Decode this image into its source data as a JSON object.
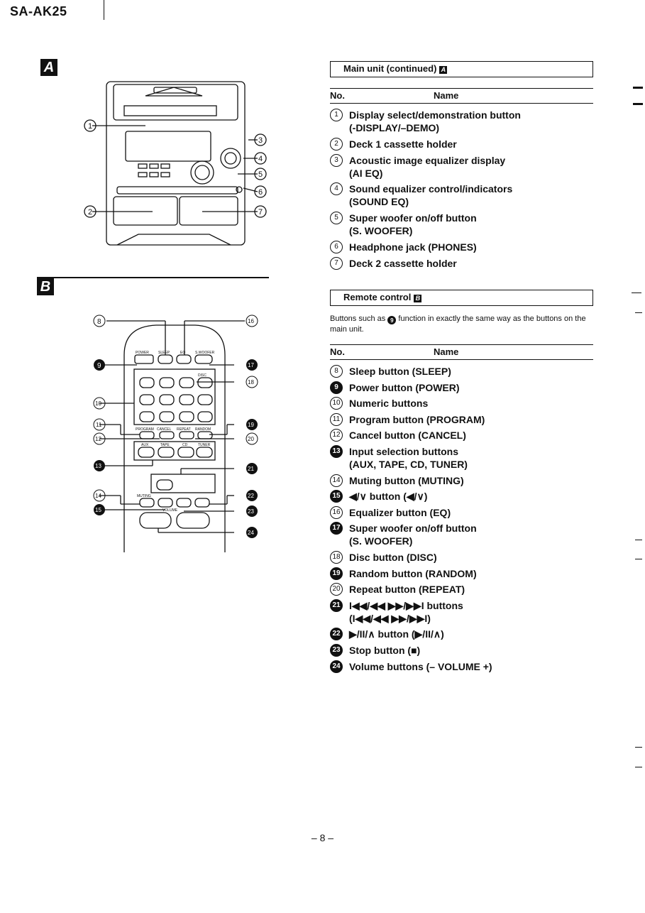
{
  "header": {
    "model": "SA-AK25"
  },
  "section_a": {
    "label": "A",
    "title": "Main unit (continued)",
    "title_tag": "A",
    "col_no": "No.",
    "col_name": "Name",
    "items": [
      {
        "num": "1",
        "filled": false,
        "line1": "Display select/demonstration button",
        "line2": "(-DISPLAY/–DEMO)"
      },
      {
        "num": "2",
        "filled": false,
        "line1": "Deck 1 cassette holder",
        "line2": ""
      },
      {
        "num": "3",
        "filled": false,
        "line1": "Acoustic image equalizer display",
        "line2": "(AI EQ)"
      },
      {
        "num": "4",
        "filled": false,
        "line1": "Sound equalizer control/indicators",
        "line2": "(SOUND EQ)"
      },
      {
        "num": "5",
        "filled": false,
        "line1": "Super woofer on/off button",
        "line2": "(S. WOOFER)"
      },
      {
        "num": "6",
        "filled": false,
        "line1": "Headphone jack (PHONES)",
        "line2": ""
      },
      {
        "num": "7",
        "filled": false,
        "line1": "Deck 2 cassette holder",
        "line2": ""
      }
    ]
  },
  "section_b": {
    "label": "B",
    "title": "Remote control",
    "title_tag": "B",
    "note_before": "Buttons such as",
    "note_num": "9",
    "note_after": "function in exactly the same way as the buttons on the main unit.",
    "col_no": "No.",
    "col_name": "Name",
    "items": [
      {
        "num": "8",
        "filled": false,
        "line1": "Sleep button (SLEEP)",
        "line2": ""
      },
      {
        "num": "9",
        "filled": true,
        "line1": "Power button (POWER)",
        "line2": ""
      },
      {
        "num": "10",
        "filled": false,
        "line1": "Numeric buttons",
        "line2": ""
      },
      {
        "num": "11",
        "filled": false,
        "line1": "Program button (PROGRAM)",
        "line2": ""
      },
      {
        "num": "12",
        "filled": false,
        "line1": "Cancel button (CANCEL)",
        "line2": ""
      },
      {
        "num": "13",
        "filled": true,
        "line1": "Input selection buttons",
        "line2": "(AUX, TAPE, CD, TUNER)"
      },
      {
        "num": "14",
        "filled": false,
        "line1": "Muting button (MUTING)",
        "line2": ""
      },
      {
        "num": "15",
        "filled": true,
        "line1": "◀/∨ button (◀/∨)",
        "line2": ""
      },
      {
        "num": "16",
        "filled": false,
        "line1": "Equalizer button (EQ)",
        "line2": ""
      },
      {
        "num": "17",
        "filled": true,
        "line1": "Super woofer on/off button",
        "line2": "(S. WOOFER)"
      },
      {
        "num": "18",
        "filled": false,
        "line1": "Disc button (DISC)",
        "line2": ""
      },
      {
        "num": "19",
        "filled": true,
        "line1": "Random button (RANDOM)",
        "line2": ""
      },
      {
        "num": "20",
        "filled": false,
        "line1": "Repeat button (REPEAT)",
        "line2": ""
      },
      {
        "num": "21",
        "filled": true,
        "line1": "I◀◀/◀◀ ▶▶/▶▶I buttons",
        "line2": "(I◀◀/◀◀ ▶▶/▶▶I)"
      },
      {
        "num": "22",
        "filled": true,
        "line1": "▶/II/∧ button (▶/II/∧)",
        "line2": ""
      },
      {
        "num": "23",
        "filled": true,
        "line1": "Stop button (■)",
        "line2": ""
      },
      {
        "num": "24",
        "filled": true,
        "line1": "Volume buttons (– VOLUME +)",
        "line2": ""
      }
    ]
  },
  "remote_labels": {
    "power": "POWER",
    "sleep": "SLEEP",
    "eq": "EQ",
    "swoofer": "S.WOOFER",
    "disc": "DISC",
    "program": "PROGRAM",
    "cancel": "CANCEL",
    "repeat": "REPEAT",
    "random": "RANDOM",
    "aux": "AUX",
    "tape": "TAPE",
    "cd": "CD",
    "tuner": "TUNER",
    "muting": "MUTING",
    "volume": "VOLUME"
  },
  "footer": {
    "page": "– 8 –"
  }
}
